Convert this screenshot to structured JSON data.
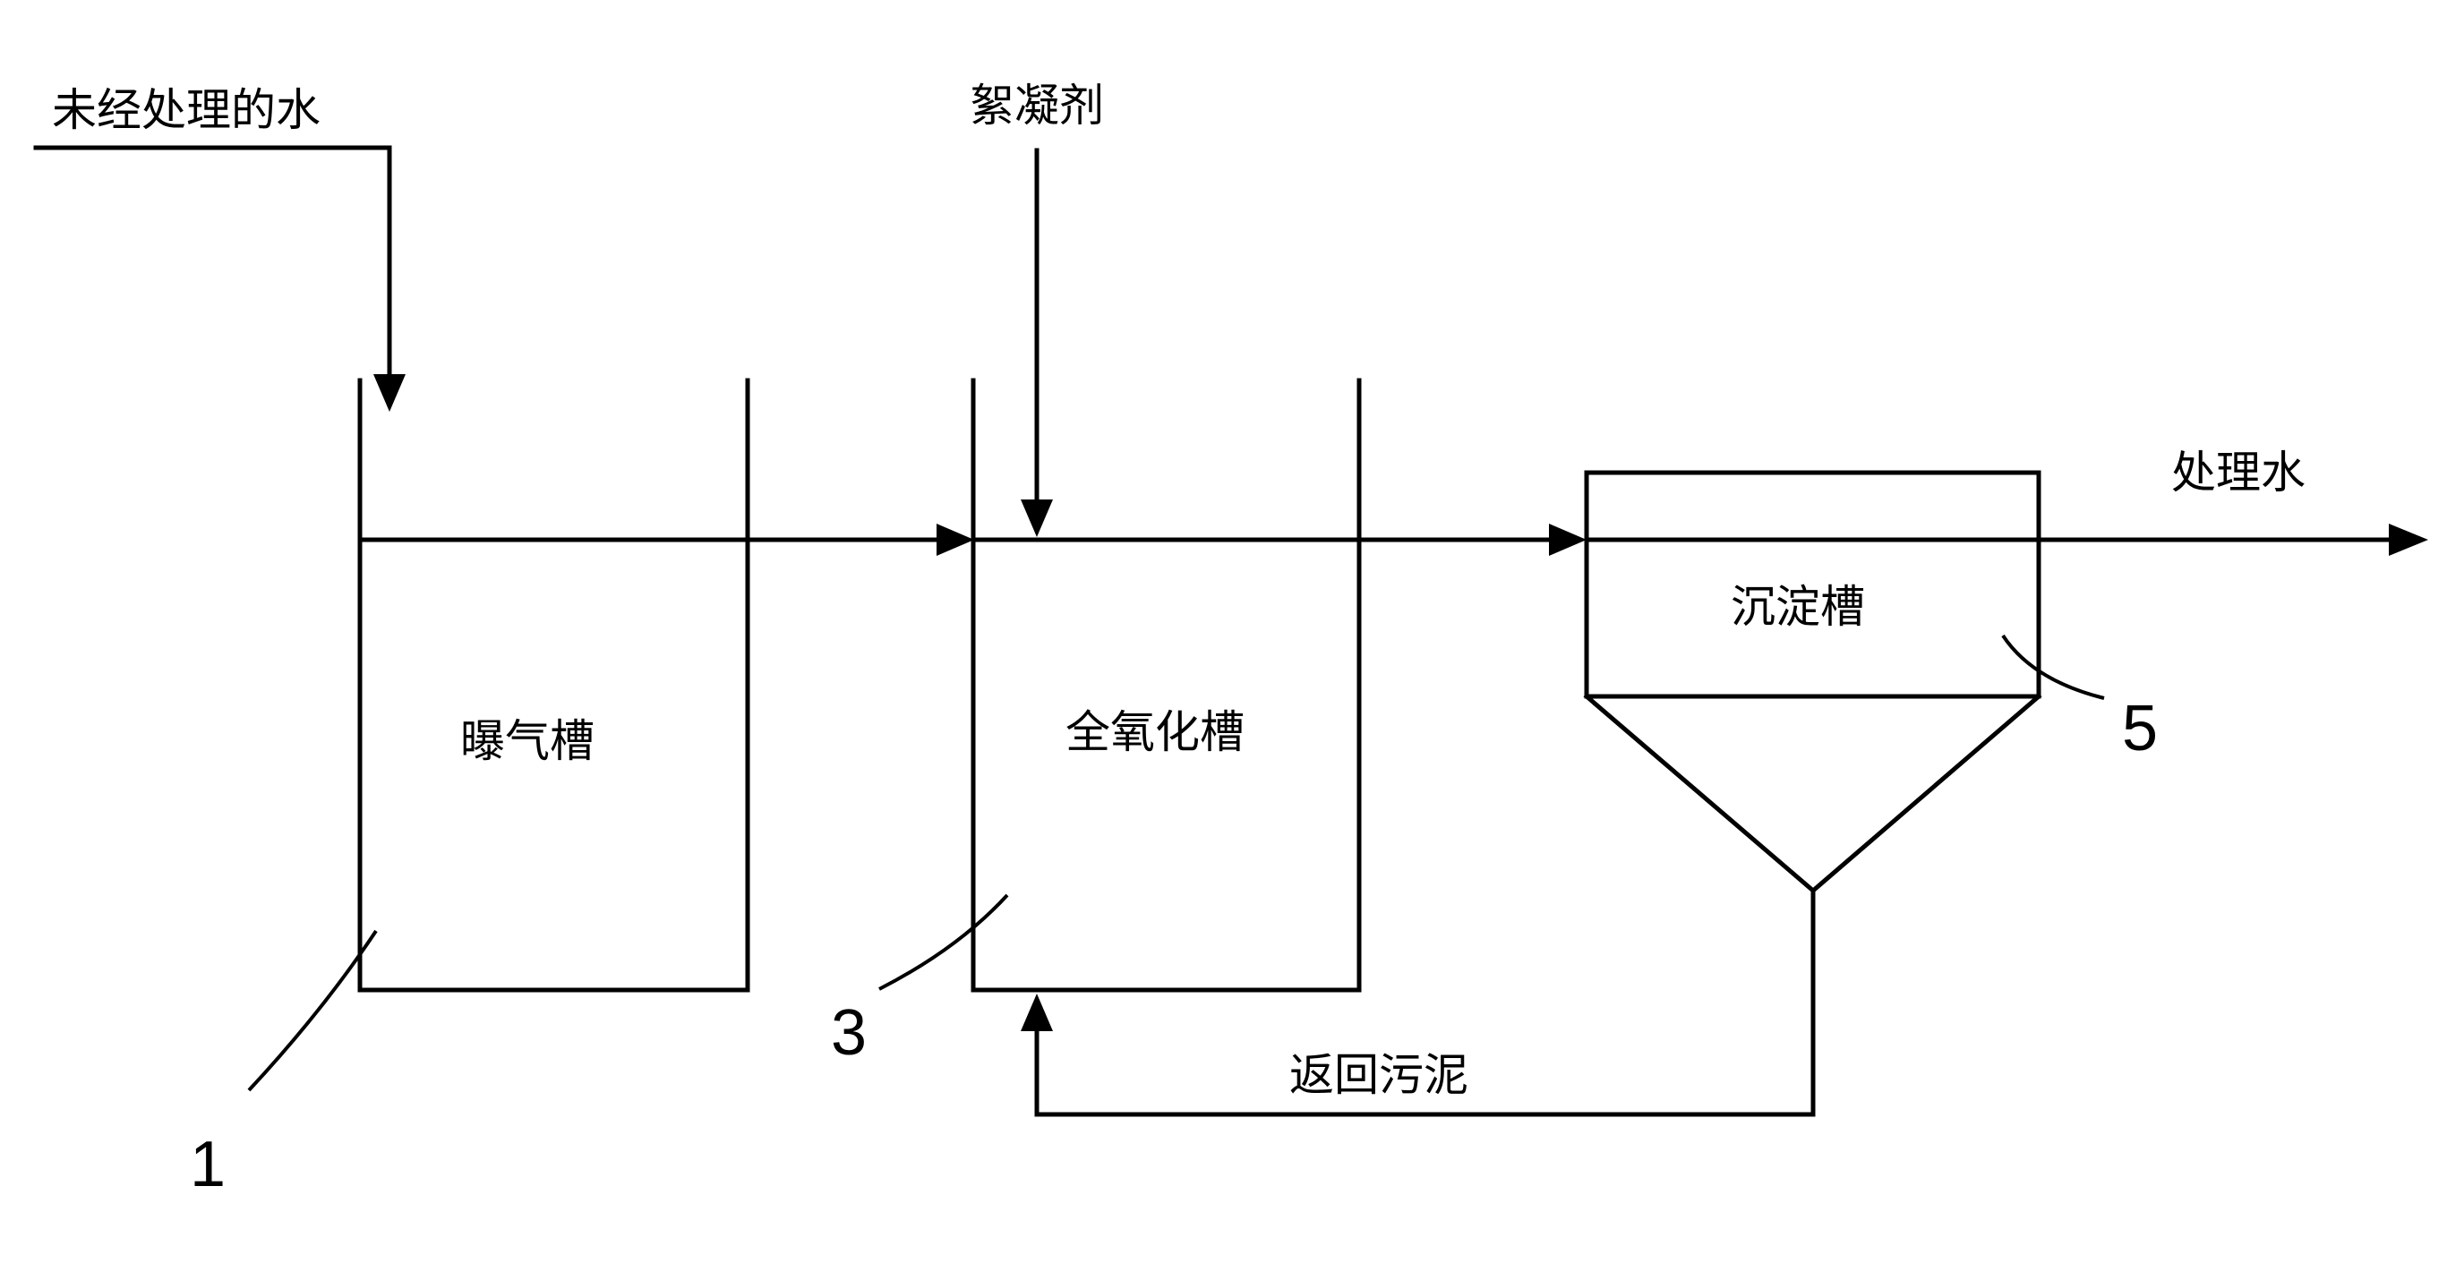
{
  "labels": {
    "untreated_water": "未经处理的水",
    "flocculant": "絮凝剂",
    "treated_water": "处理水",
    "aeration_tank": "曝气槽",
    "full_oxidation_tank": "全氧化槽",
    "settling_tank": "沉淀槽",
    "return_sludge": "返回污泥"
  },
  "reference_numerals": {
    "aeration_tank": "1",
    "full_oxidation_tank": "3",
    "settling_tank": "5"
  }
}
